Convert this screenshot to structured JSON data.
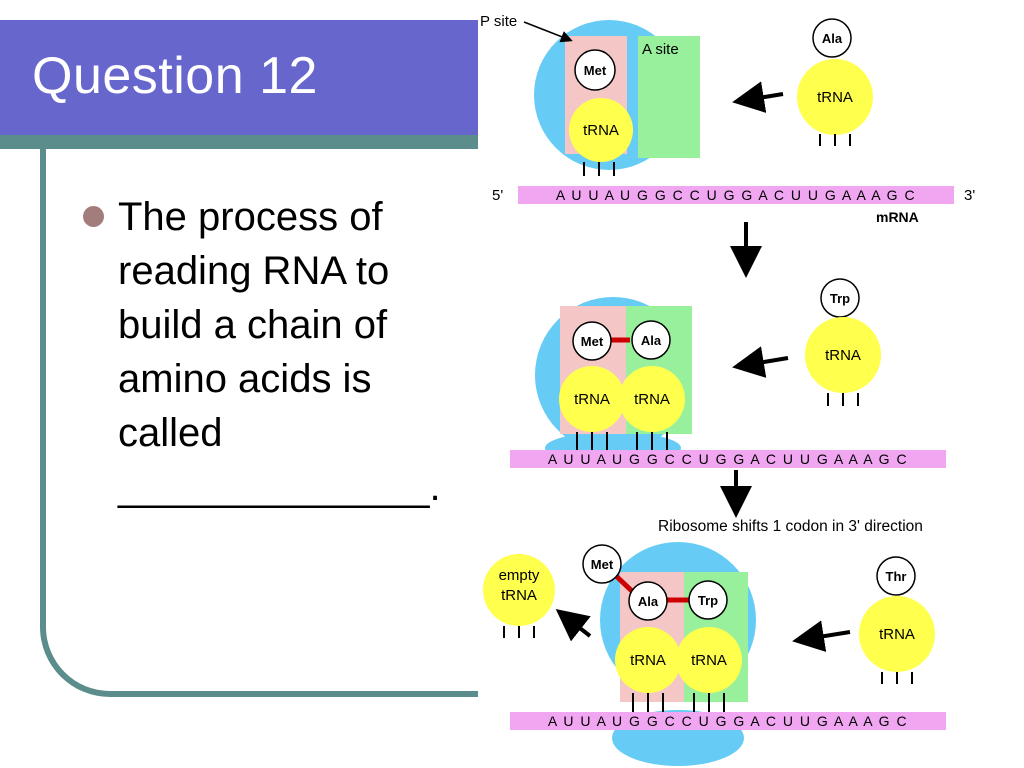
{
  "slide": {
    "title": "Question 12",
    "bullet_text": "The process of\nreading RNA to\nbuild a chain of\namino acids is\ncalled\n______________."
  },
  "diagram": {
    "panel1": {
      "p_site_label": "P site",
      "a_site_label": "A site",
      "met": "Met",
      "trna": "tRNA",
      "incoming_amino": "Ala",
      "incoming_trna": "tRNA",
      "five_prime": "5'",
      "three_prime": "3'",
      "mrna_sequence": "A U U A U G G C C U G G A C U U G A A A G C",
      "mrna_label": "mRNA"
    },
    "panel2": {
      "met": "Met",
      "ala": "Ala",
      "trna_left": "tRNA",
      "trna_right": "tRNA",
      "incoming_amino": "Trp",
      "incoming_trna": "tRNA",
      "mrna_sequence": "A U U A U G G C C U G G A C U U G A A A G C"
    },
    "shift_caption": "Ribosome shifts 1 codon in 3' direction",
    "panel3": {
      "empty_trna_line1": "empty",
      "empty_trna_line2": "tRNA",
      "met": "Met",
      "ala": "Ala",
      "trp": "Trp",
      "trna_left": "tRNA",
      "trna_right": "tRNA",
      "incoming_amino": "Thr",
      "incoming_trna": "tRNA",
      "mrna_sequence": "A U U A U G G C C U G G A C U U G A A A G C"
    },
    "colors": {
      "ribosome": "#66ccf5",
      "p_site": "#f4c6c6",
      "a_site": "#99f09c",
      "trna": "#ffff4d",
      "mrna": "#f0a6f0",
      "peptide_bond": "#cc0000"
    }
  }
}
